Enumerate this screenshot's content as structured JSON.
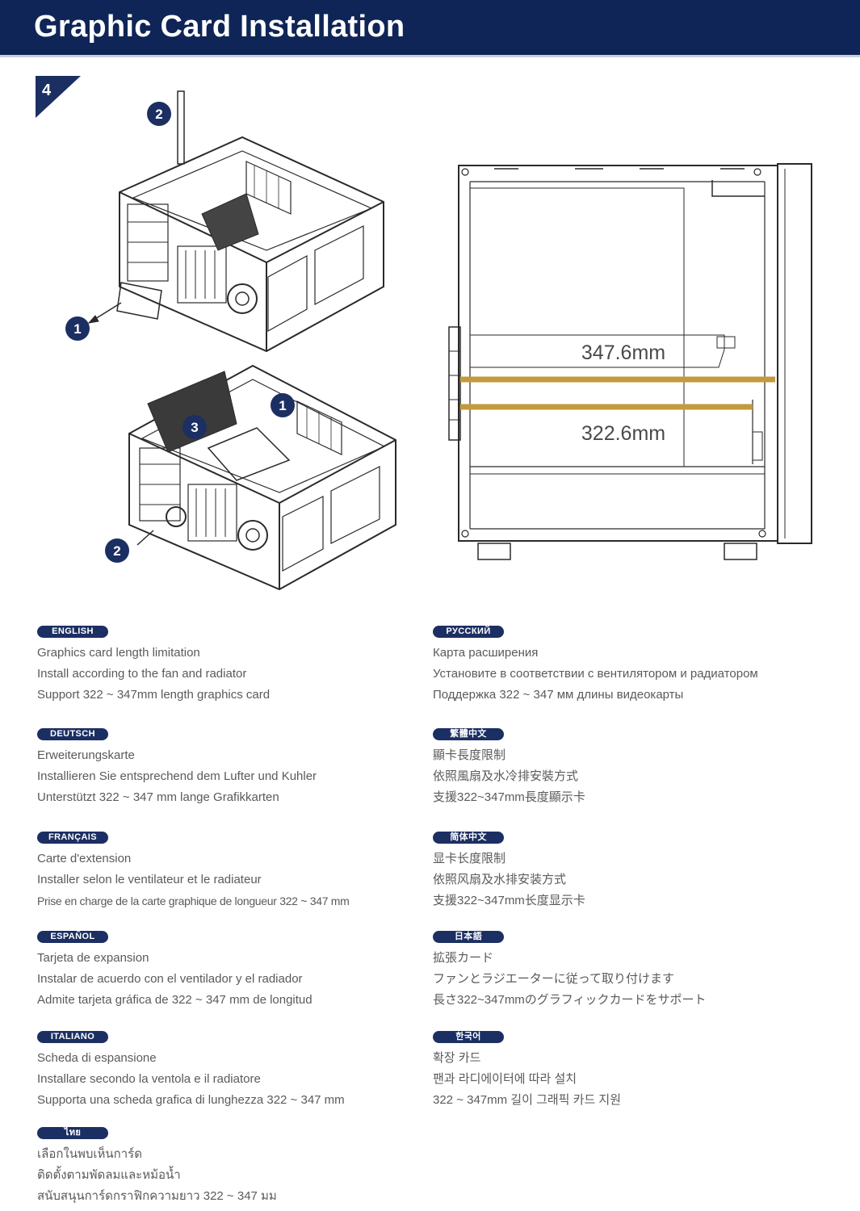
{
  "title": "Graphic Card Installation",
  "step": {
    "number": "4"
  },
  "diagram_top": {
    "callouts": [
      "2",
      "1"
    ]
  },
  "diagram_bottom": {
    "callouts": [
      "1",
      "3",
      "2"
    ]
  },
  "side_view": {
    "long_label": "347.6mm",
    "short_label": "322.6mm"
  },
  "languages": [
    {
      "badge": "ENGLISH",
      "lines": [
        "Graphics card length limitation",
        "Install according to the fan and radiator",
        "Support 322 ~ 347mm length graphics card"
      ]
    },
    {
      "badge": "РУССКИЙ",
      "lines": [
        "Карта расширения",
        "Установите в соответствии с вентилятором и радиатором",
        "Поддержка 322 ~ 347 мм длины видеокарты"
      ]
    },
    {
      "badge": "DEUTSCH",
      "lines": [
        "Erweiterungskarte",
        "Installieren Sie entsprechend dem Lufter und Kuhler",
        "Unterstützt 322 ~ 347 mm lange Grafikkarten"
      ]
    },
    {
      "badge": "繁體中文",
      "lines": [
        "顯卡長度限制",
        "依照風扇及水冷排安裝方式",
        "支援322~347mm長度顯示卡"
      ]
    },
    {
      "badge": "FRANÇAIS",
      "lines": [
        "Carte d'extension",
        "Installer selon le ventilateur et le radiateur",
        "Prise en charge de la carte graphique de longueur 322 ~ 347 mm"
      ]
    },
    {
      "badge": "简体中文",
      "lines": [
        "显卡长度限制",
        "依照风扇及水排安装方式",
        "支援322~347mm长度显示卡"
      ]
    },
    {
      "badge": "ESPAÑOL",
      "lines": [
        "Tarjeta de expansion",
        "Instalar de acuerdo con el ventilador y el radiador",
        "Admite tarjeta gráfica de 322 ~ 347 mm de longitud"
      ]
    },
    {
      "badge": "日本語",
      "lines": [
        "拡張カード",
        "ファンとラジエーターに従って取り付けます",
        "長さ322~347mmのグラフィックカードをサポート"
      ]
    },
    {
      "badge": "ITALIANO",
      "lines": [
        "Scheda di espansione",
        "Installare secondo la ventola e il radiatore",
        "Supporta una scheda grafica di lunghezza 322 ~ 347 mm"
      ]
    },
    {
      "badge": "한국어",
      "lines": [
        "확장 카드",
        "팬과 라디에이터에 따라 설치",
        "322 ~ 347mm 길이 그래픽 카드 지원"
      ]
    },
    {
      "badge": "ไทย",
      "lines": [
        "เลือกในพบเห็นการ์ด",
        "ติดตั้งตามพัดลมและหม้อน้ำ",
        "สนับสนุนการ์ดกราฟิกความยาว 322 ~ 347 มม"
      ]
    }
  ],
  "colors": {
    "header": "#0f2557",
    "badge": "#1c2f63",
    "measure_line": "#c39a3c"
  }
}
